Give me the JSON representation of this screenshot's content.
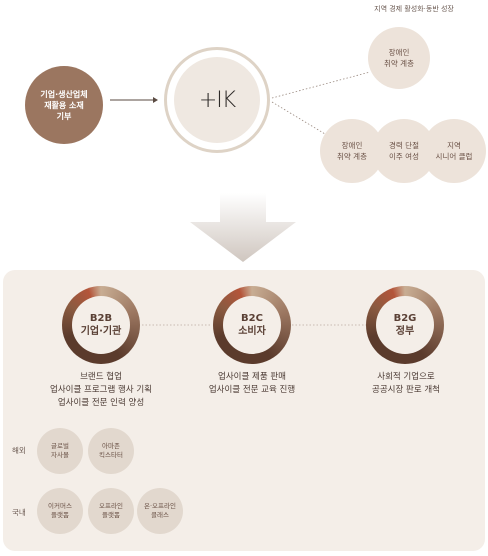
{
  "top": {
    "caption": "지역 경제 활성화·동반 성장",
    "donor_lines": [
      "기업·생산업체",
      "재활용 소재",
      "기부"
    ],
    "logo_text": "+IK",
    "beneficiaries": [
      {
        "lines": [
          "장애인",
          "취약 계층"
        ]
      },
      {
        "lines": [
          "장애인",
          "취약 계층"
        ]
      },
      {
        "lines": [
          "경력 단절",
          "이주 여성"
        ]
      },
      {
        "lines": [
          "지역",
          "시니어 클럽"
        ]
      }
    ]
  },
  "segments": [
    {
      "code": "B2B",
      "name": "기업·기관",
      "desc": [
        "브랜드 협업",
        "업사이클 프로그램 행사 기획",
        "업사이클 전문 인력 양성"
      ]
    },
    {
      "code": "B2C",
      "name": "소비자",
      "desc": [
        "업사이클 제품 판매",
        "업사이클 전문 교육 진행"
      ]
    },
    {
      "code": "B2G",
      "name": "정부",
      "desc": [
        "사회적 기업으로",
        "공공시장 판로 개척"
      ]
    }
  ],
  "channels": {
    "overseas_label": "해외",
    "domestic_label": "국내",
    "overseas": [
      {
        "lines": [
          "글로벌",
          "자사몰"
        ]
      },
      {
        "lines": [
          "아마존",
          "킥스타터"
        ]
      }
    ],
    "domestic": [
      {
        "lines": [
          "이커머스",
          "플랫폼"
        ]
      },
      {
        "lines": [
          "오프라인",
          "플랫폼"
        ]
      },
      {
        "lines": [
          "온·오프라인",
          "클래스"
        ]
      }
    ]
  },
  "colors": {
    "donor": "#9b7660",
    "beneficiary": "#ede3da",
    "panel": "#f4eee8",
    "ring_dark": "#5b3b2c",
    "ring_accent": "#b4553a",
    "ring_light": "#c8ad93"
  }
}
